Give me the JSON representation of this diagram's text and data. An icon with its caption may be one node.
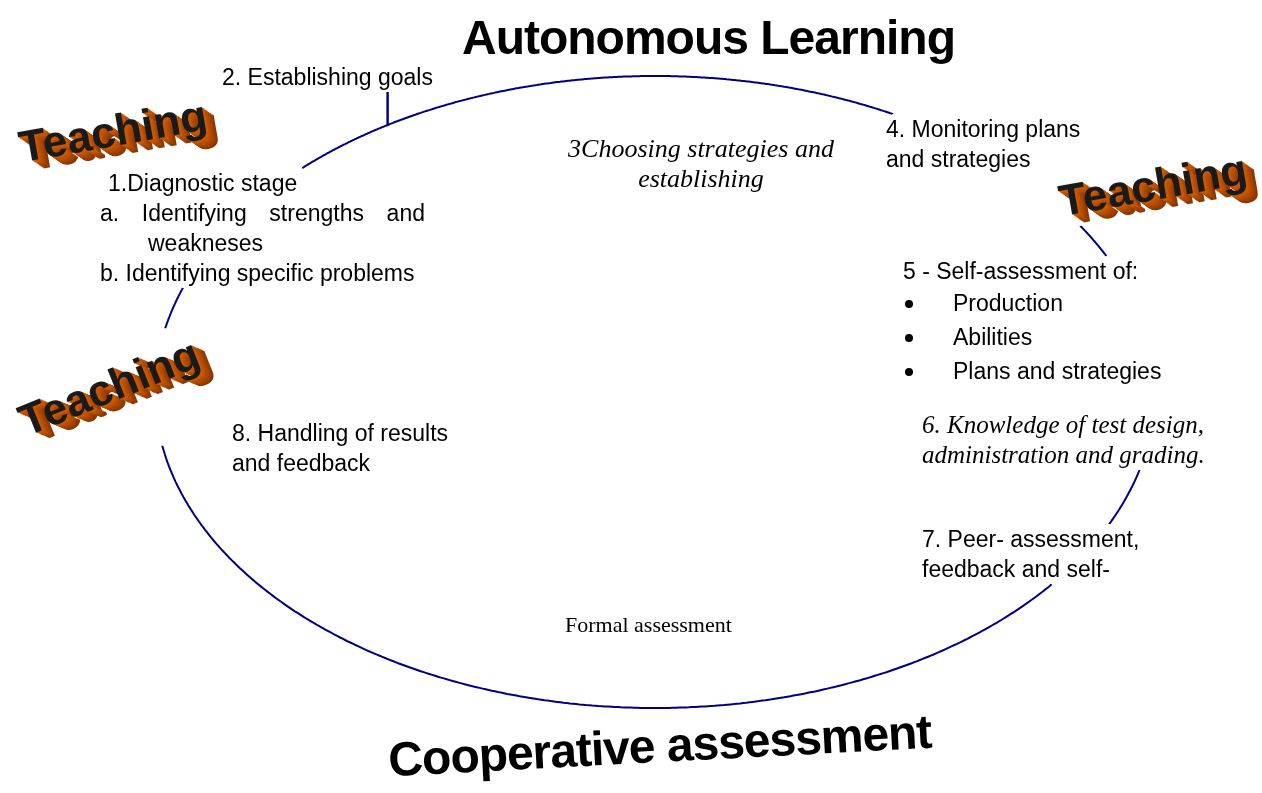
{
  "diagram": {
    "title": "Autonomous Learning",
    "caption": "Cooperative assessment",
    "nodes": [
      {
        "text": [
          "1.Diagnostic stage",
          "a. Identifying strengths and weakneses",
          "b. Identifying specific problems"
        ]
      },
      {
        "text": [
          "2. Establishing goals"
        ]
      },
      {
        "text": [
          "4. Monitoring plans and strategies"
        ]
      },
      {
        "text": [
          "Teaching"
        ]
      },
      {
        "text": [
          "5 - Self-assessment of:",
          "Production",
          "Abilities",
          "Plans and strategies"
        ]
      },
      {
        "text": [
          "6. Knowledge of test design, administration and grading."
        ]
      },
      {
        "text": [
          "7. Peer- assessment, feedback and self-"
        ]
      },
      {
        "text": [
          "Teaching"
        ]
      }
    ],
    "edges": [
      {
        "from": 0,
        "to": 1,
        "arrow": "none"
      },
      {
        "from": 1,
        "to": 2,
        "arrow": "none"
      },
      {
        "from": 3,
        "to": 4,
        "arrow": "none"
      },
      {
        "from": 5,
        "to": 6,
        "arrow": "none"
      },
      {
        "from": 6,
        "to": 7,
        "arrow": "none"
      },
      {
        "from": 7,
        "to": 0,
        "arrow": "none"
      }
    ],
    "labels": [
      "Teaching",
      "3Choosing strategies and establishing",
      "8. Handling of results and feedback",
      "Formal assessment"
    ]
  }
}
